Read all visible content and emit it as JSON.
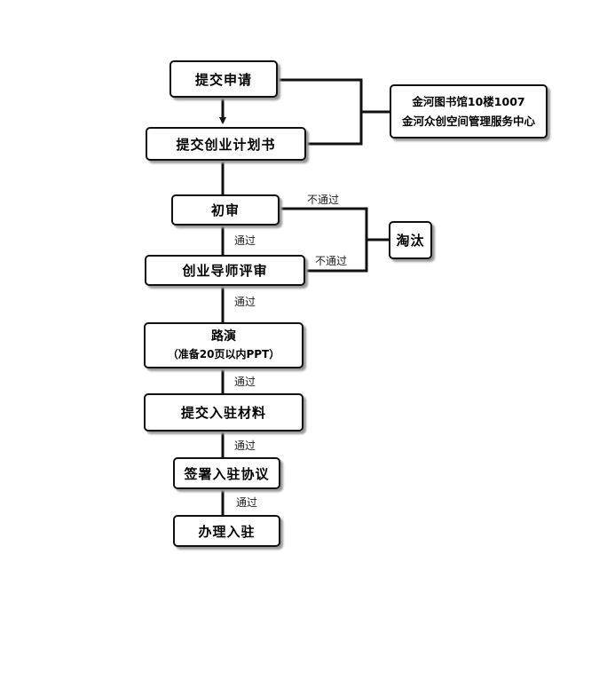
{
  "nodes": {
    "submit_application": "提交申请",
    "submit_business_plan": "提交创业计划书",
    "location_line1": "金河图书馆10楼1007",
    "location_line2": "金河众创空间管理服务中心",
    "preliminary_review": "初审",
    "mentor_review": "创业导师评审",
    "roadshow_title": "路演",
    "roadshow_note": "（准备20页以内PPT）",
    "submit_materials": "提交入驻材料",
    "sign_agreement": "签署入驻协议",
    "complete_entry": "办理入驻",
    "eliminated": "淘汰"
  },
  "edge_labels": {
    "fail_1": "不通过",
    "fail_2": "不通过",
    "pass_1": "通过",
    "pass_2": "通过",
    "pass_3": "通过",
    "pass_4": "通过",
    "pass_5": "通过"
  }
}
